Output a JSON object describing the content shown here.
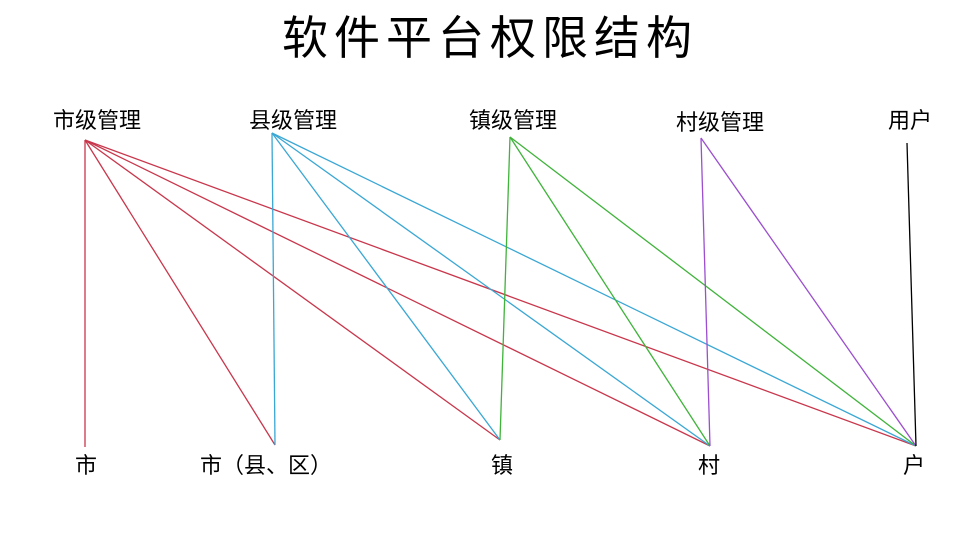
{
  "title": "软件平台权限结构",
  "roles": [
    {
      "id": "city-admin",
      "label": "市级管理",
      "color": "#c8374c"
    },
    {
      "id": "county-admin",
      "label": "县级管理",
      "color": "#3aa7d4"
    },
    {
      "id": "town-admin",
      "label": "镇级管理",
      "color": "#3fb33a"
    },
    {
      "id": "village-admin",
      "label": "村级管理",
      "color": "#9b4fcf"
    },
    {
      "id": "user",
      "label": "用户",
      "color": "#000000"
    }
  ],
  "levels": [
    {
      "id": "city",
      "label": "市"
    },
    {
      "id": "county",
      "label": "市（县、区）"
    },
    {
      "id": "town",
      "label": "镇"
    },
    {
      "id": "village",
      "label": "村"
    },
    {
      "id": "household",
      "label": "户"
    }
  ],
  "links": [
    {
      "from": "city-admin",
      "to": "city"
    },
    {
      "from": "city-admin",
      "to": "county"
    },
    {
      "from": "city-admin",
      "to": "town"
    },
    {
      "from": "city-admin",
      "to": "village"
    },
    {
      "from": "city-admin",
      "to": "household"
    },
    {
      "from": "county-admin",
      "to": "county"
    },
    {
      "from": "county-admin",
      "to": "town"
    },
    {
      "from": "county-admin",
      "to": "village"
    },
    {
      "from": "county-admin",
      "to": "household"
    },
    {
      "from": "town-admin",
      "to": "town"
    },
    {
      "from": "town-admin",
      "to": "village"
    },
    {
      "from": "town-admin",
      "to": "household"
    },
    {
      "from": "village-admin",
      "to": "village"
    },
    {
      "from": "village-admin",
      "to": "household"
    },
    {
      "from": "user",
      "to": "household"
    }
  ]
}
